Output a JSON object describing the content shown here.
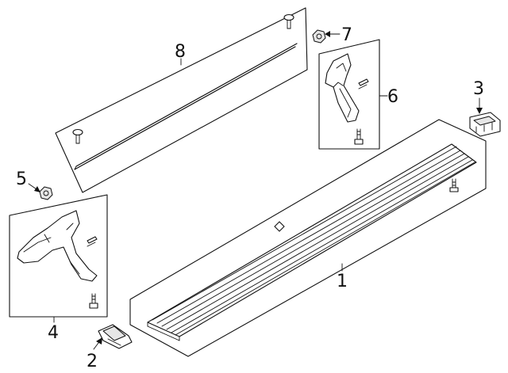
{
  "diagram": {
    "callouts": {
      "c1": "1",
      "c2": "2",
      "c3": "3",
      "c4": "4",
      "c5": "5",
      "c6": "6",
      "c7": "7",
      "c8": "8"
    },
    "parts": [
      {
        "id": "1",
        "kind": "running-board"
      },
      {
        "id": "2",
        "kind": "end-cap"
      },
      {
        "id": "3",
        "kind": "end-cap"
      },
      {
        "id": "4",
        "kind": "mounting-bracket-kit"
      },
      {
        "id": "5",
        "kind": "nut"
      },
      {
        "id": "6",
        "kind": "mounting-bracket-kit"
      },
      {
        "id": "7",
        "kind": "nut"
      },
      {
        "id": "8",
        "kind": "molding-panel"
      }
    ]
  }
}
